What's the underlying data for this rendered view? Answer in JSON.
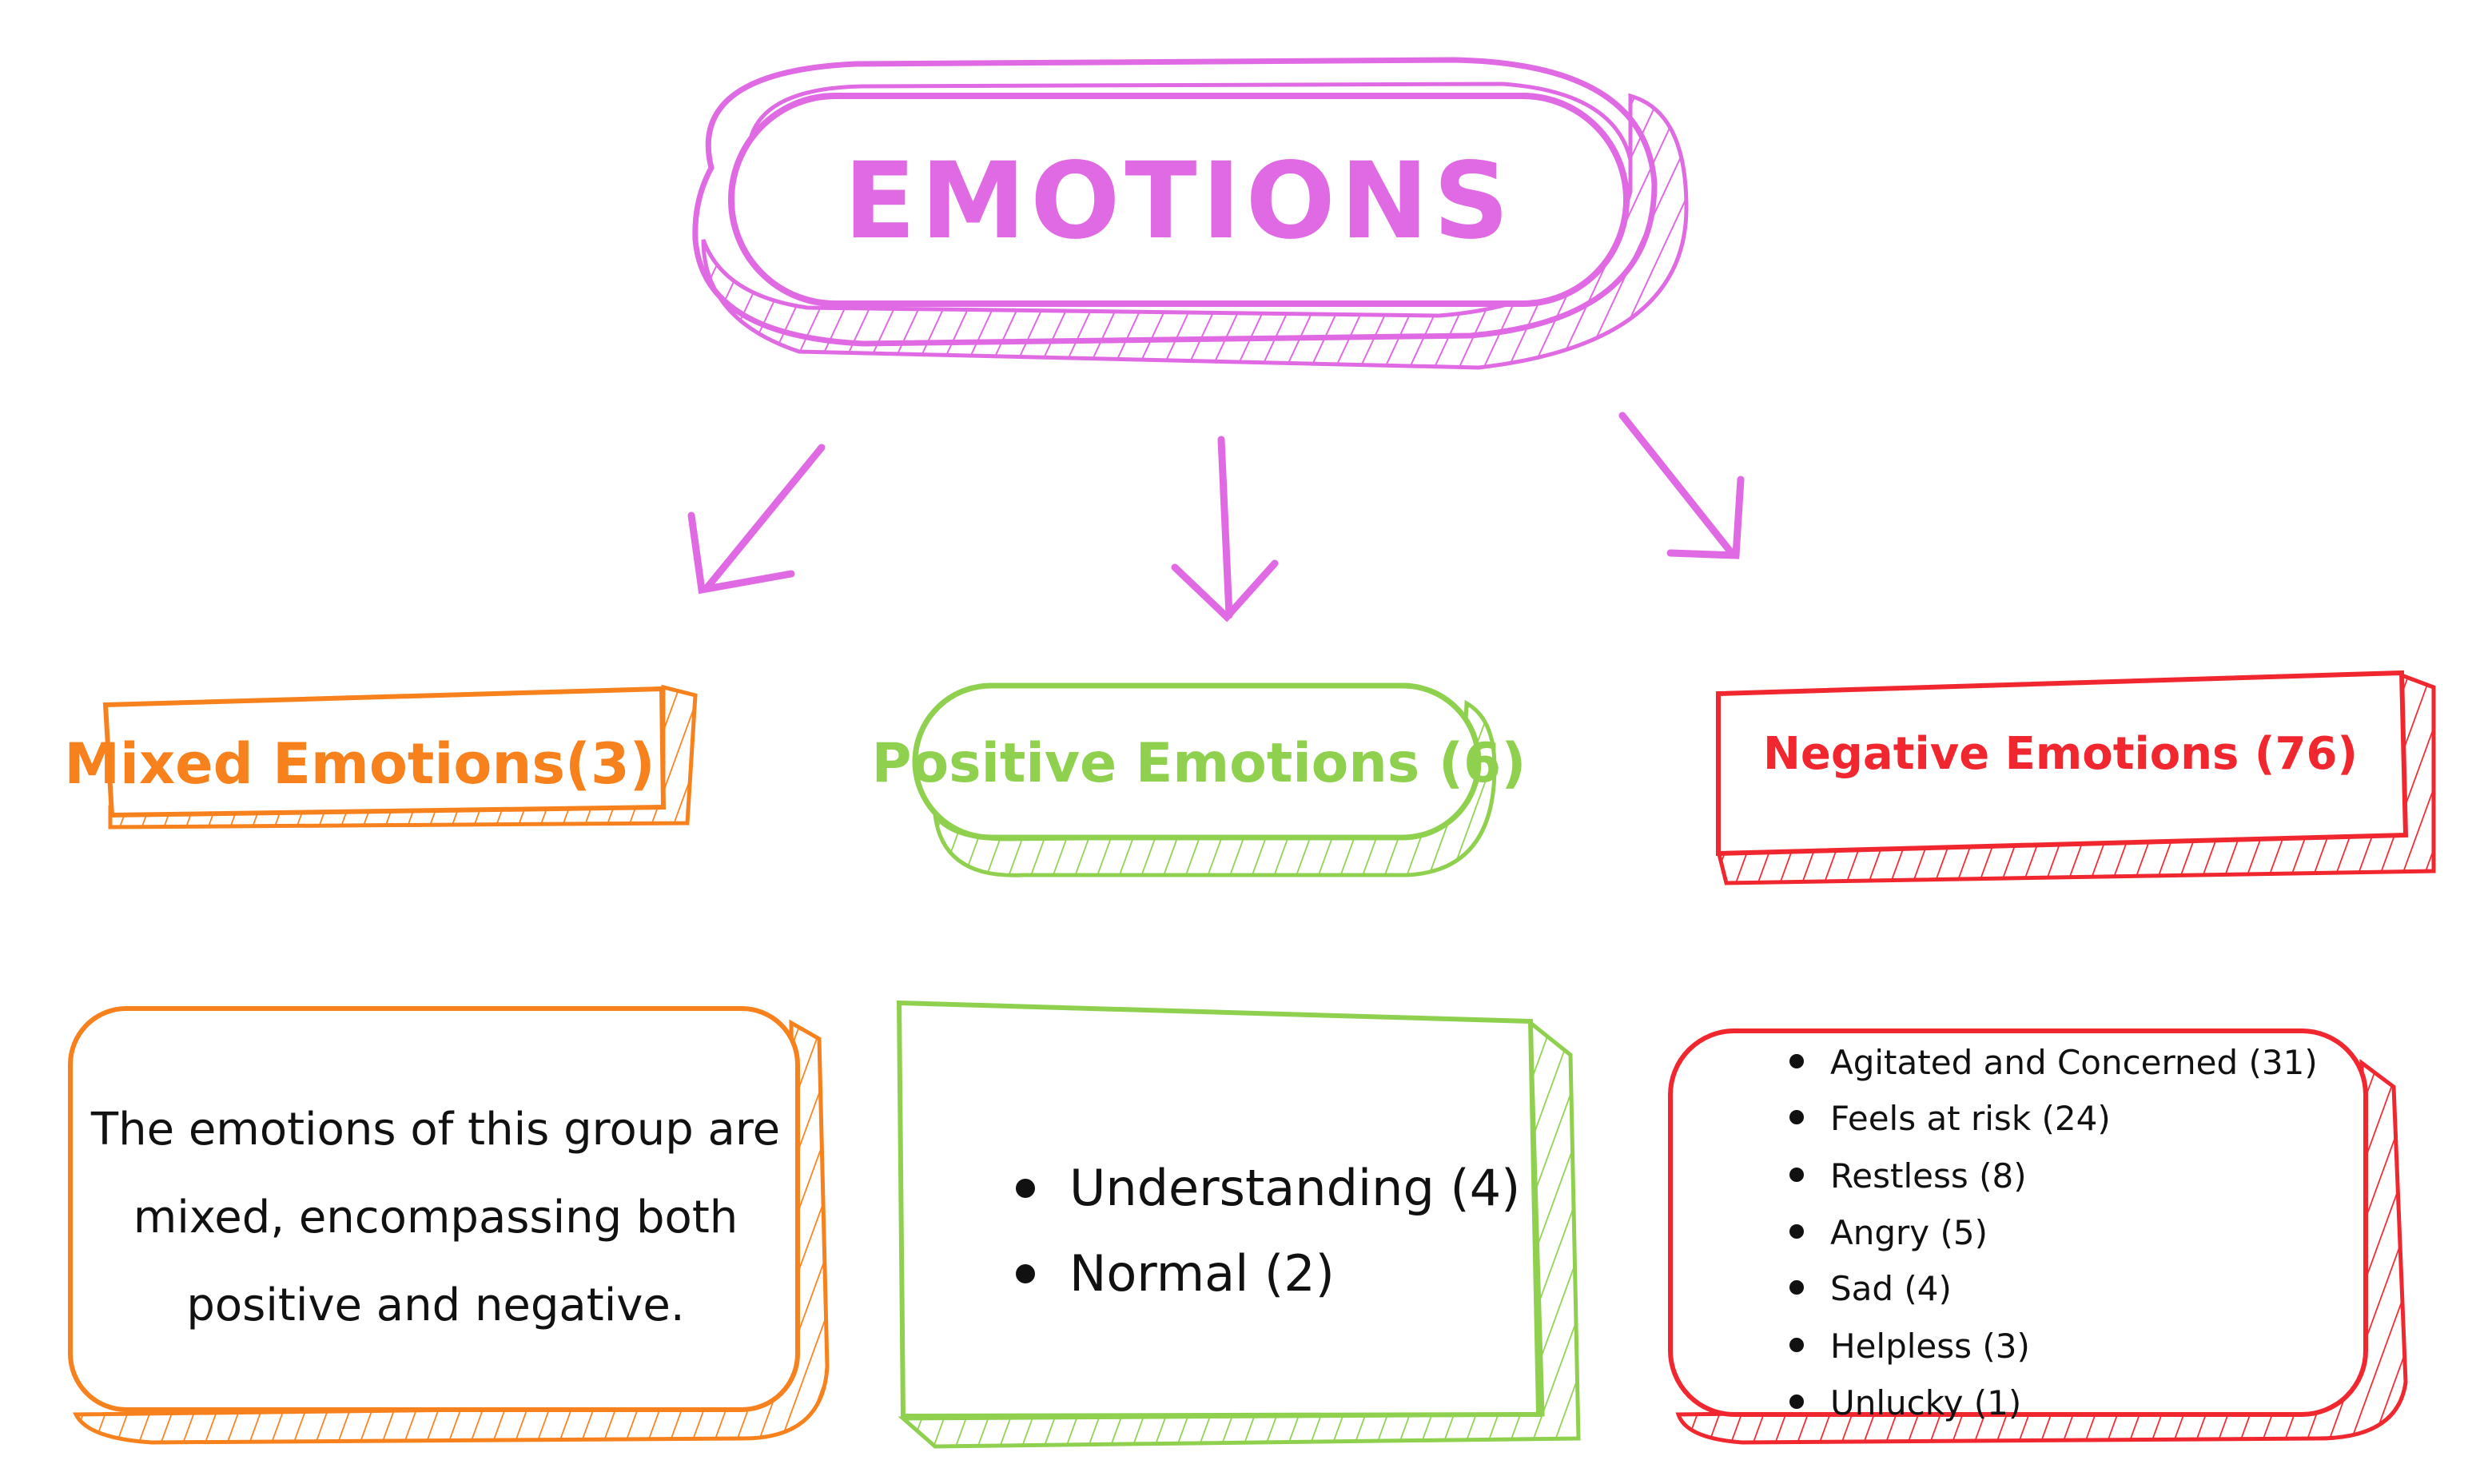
{
  "colors": {
    "root": "#e06ae3",
    "mixed": "#f7811d",
    "positive": "#8fd14f",
    "negative": "#f0272f",
    "text": "#111111"
  },
  "root": {
    "label": "EMOTIONS"
  },
  "categories": {
    "mixed": {
      "label": "Mixed Emotions(3)",
      "description_lines": [
        "The emotions of this group are",
        "mixed, encompassing both",
        "positive and negative."
      ]
    },
    "positive": {
      "label": "Positive Emotions (6)",
      "items": [
        "Understanding (4)",
        "Normal (2)"
      ]
    },
    "negative": {
      "label": "Negative Emotions (76)",
      "items": [
        "Agitated and Concerned (31)",
        "Feels at risk (24)",
        "Restless (8)",
        "Angry (5)",
        "Sad (4)",
        "Helpless (3)",
        "Unlucky (1)"
      ]
    }
  }
}
